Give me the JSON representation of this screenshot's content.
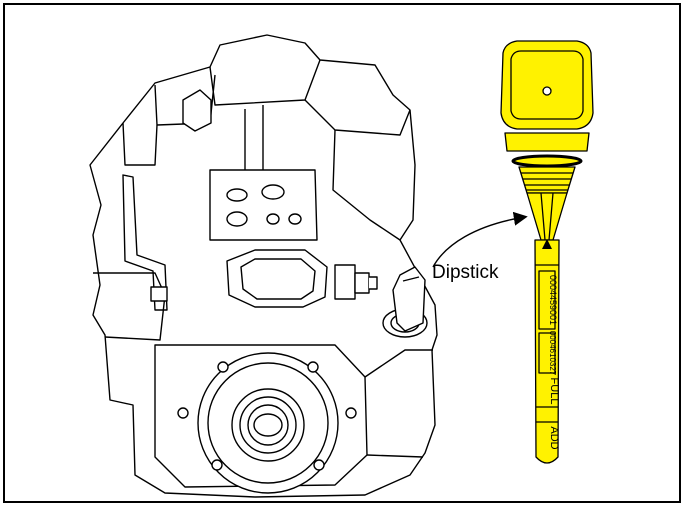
{
  "diagram": {
    "callout_label": "Dipstick",
    "dipstick": {
      "color": "#fff200",
      "mark_full": "FULL",
      "mark_add": "ADD",
      "stamp_1": "0004459001",
      "stamp_2": "0004610327"
    }
  },
  "component_icons": [
    "transmission-housing-icon",
    "dipstick-icon",
    "callout-arrow-icon"
  ]
}
